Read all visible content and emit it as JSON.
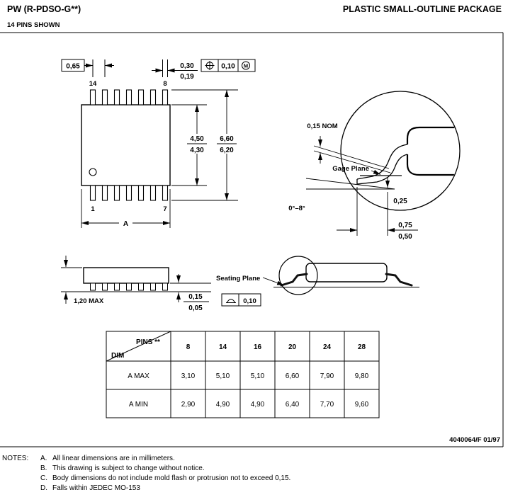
{
  "header": {
    "left_title": "PW (R-PDSO-G**)",
    "right_title": "PLASTIC SMALL-OUTLINE PACKAGE",
    "pins_shown": "14 PINS SHOWN"
  },
  "top_view": {
    "pitch": "0,65",
    "lead_width_max": "0,30",
    "lead_width_min": "0,19",
    "true_position": "0,10",
    "material_modifier": "M",
    "pin_top_left": "14",
    "pin_top_right": "8",
    "pin_bottom_left": "1",
    "pin_bottom_right": "7",
    "body_max": "4,50",
    "body_min": "4,30",
    "span_max": "6,60",
    "span_min": "6,20",
    "length_dim": "A"
  },
  "detail": {
    "lead_thickness": "0,15 NOM",
    "gage_plane": "Gage Plane",
    "gage_offset": "0,25",
    "foot_angle": "0°–8°",
    "foot_max": "0,75",
    "foot_min": "0,50"
  },
  "side_view": {
    "height": "1,20 MAX",
    "standoff_max": "0,15",
    "standoff_min": "0,05",
    "seating_plane": "Seating Plane",
    "flatness": "0,10"
  },
  "table": {
    "corner_top": "PINS **",
    "corner_bottom": "DIM",
    "columns": [
      "8",
      "14",
      "16",
      "20",
      "24",
      "28"
    ],
    "rows": [
      {
        "label": "A MAX",
        "values": [
          "3,10",
          "5,10",
          "5,10",
          "6,60",
          "7,90",
          "9,80"
        ]
      },
      {
        "label": "A MIN",
        "values": [
          "2,90",
          "4,90",
          "4,90",
          "6,40",
          "7,70",
          "9,60"
        ]
      }
    ]
  },
  "footer": {
    "doc_code": "4040064/F 01/97",
    "notes_title": "NOTES:",
    "notes": [
      {
        "id": "A.",
        "text": "All linear dimensions are in millimeters."
      },
      {
        "id": "B.",
        "text": "This drawing is subject to change without notice."
      },
      {
        "id": "C.",
        "text": "Body dimensions do not include mold flash or protrusion not to exceed 0,15."
      },
      {
        "id": "D.",
        "text": "Falls within JEDEC MO-153"
      }
    ]
  }
}
